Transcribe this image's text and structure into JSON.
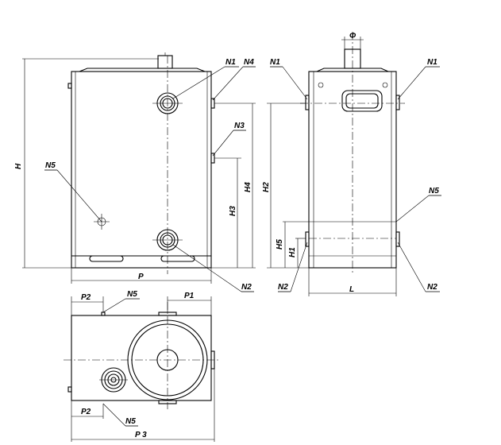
{
  "labels": {
    "H": "H",
    "H1": "H1",
    "H2": "H2",
    "H3": "H3",
    "H4": "H4",
    "H5": "H5",
    "P": "P",
    "P1": "P1",
    "P2": "P2",
    "P3": "P 3",
    "L": "L",
    "phi": "Φ",
    "N1": "N1",
    "N2": "N2",
    "N3": "N3",
    "N4": "N4",
    "N5": "N5"
  }
}
